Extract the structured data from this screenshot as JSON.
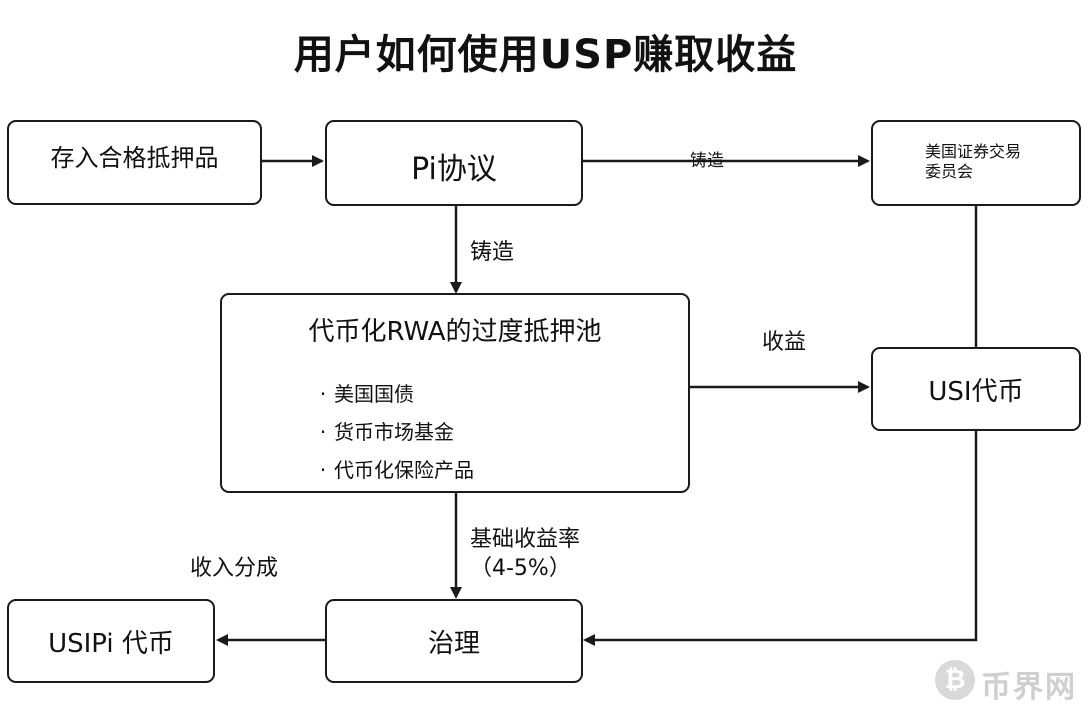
{
  "title": "用户如何使用USP赚取收益",
  "nodes": {
    "deposit": "存入合格抵押品",
    "pi_protocol": "Pi协议",
    "sec": "美国证券交易委员会",
    "pool": {
      "title": "代币化RWA的过度抵押池",
      "items": [
        "美国国债",
        "货币市场基金",
        "代币化保险产品"
      ]
    },
    "usi_token": "USI代币",
    "governance": "治理",
    "usipi_token": "USIPi 代币"
  },
  "edges": {
    "mint_top": "铸造",
    "mint_down": "铸造",
    "yield": "收益",
    "base_yield": "基础收益率",
    "base_yield_range": "（4-5%）",
    "revenue_share": "收入分成"
  },
  "watermark": {
    "icon": "bitcoin-icon",
    "text": "币界网"
  }
}
